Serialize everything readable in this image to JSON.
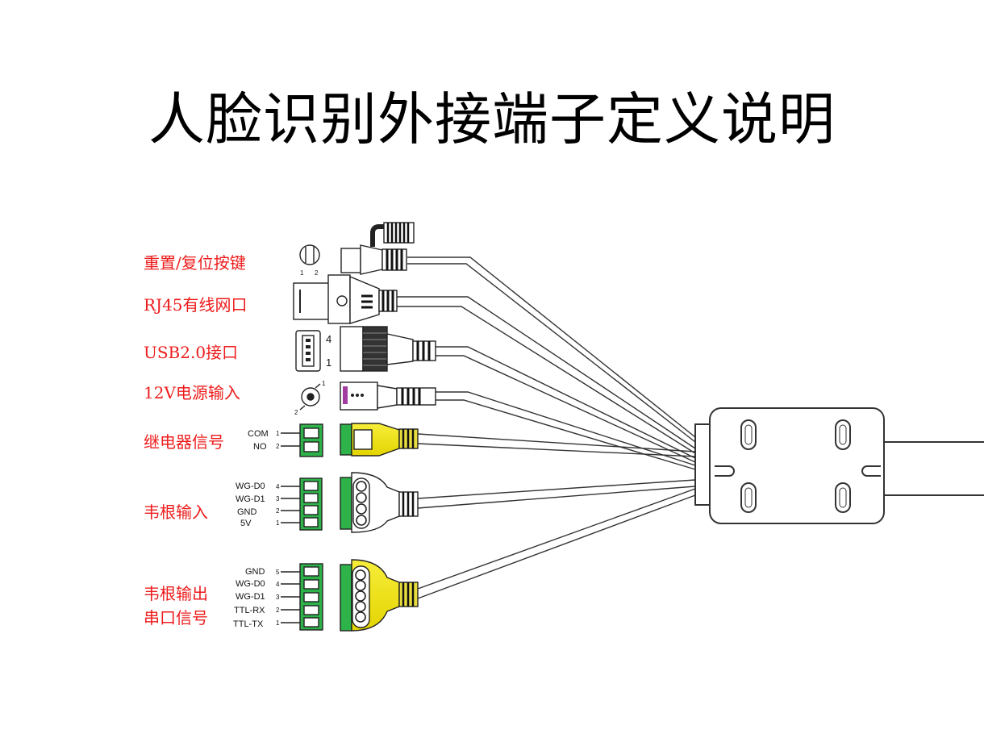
{
  "title": "人脸识别外接端子定义说明",
  "ports": {
    "reset": {
      "label": "重置/复位按键",
      "pins": [
        "1",
        "2"
      ]
    },
    "rj45": {
      "label": "RJ45有线网口"
    },
    "usb": {
      "label": "USB2.0接口",
      "pins": [
        "4",
        "1"
      ]
    },
    "power": {
      "label": "12V电源输入",
      "pins": [
        "1",
        "2"
      ]
    },
    "relay": {
      "label": "继电器信号",
      "pins": [
        {
          "name": "COM",
          "no": "1"
        },
        {
          "name": "NO",
          "no": "2"
        }
      ]
    },
    "wg_in": {
      "label": "韦根输入",
      "pins": [
        {
          "name": "WG-D0",
          "no": "4"
        },
        {
          "name": "WG-D1",
          "no": "3"
        },
        {
          "name": "GND",
          "no": "2"
        },
        {
          "name": "5V",
          "no": "1"
        }
      ]
    },
    "wg_out": {
      "label_line1": "韦根输出",
      "label_line2": "串口信号",
      "pins": [
        {
          "name": "GND",
          "no": "5"
        },
        {
          "name": "WG-D0",
          "no": "4"
        },
        {
          "name": "WG-D1",
          "no": "3"
        },
        {
          "name": "TTL-RX",
          "no": "2"
        },
        {
          "name": "TTL-TX",
          "no": "1"
        }
      ]
    }
  },
  "colors": {
    "label": "#ee1c1c",
    "green": "#2db34a",
    "yellow": "#f2e600",
    "line": "#333333"
  }
}
